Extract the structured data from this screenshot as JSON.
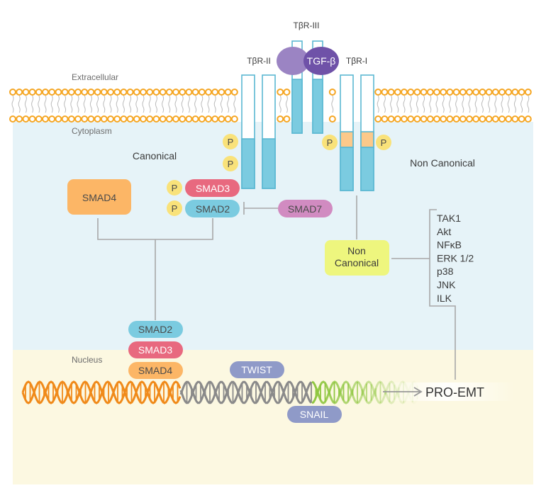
{
  "regions": {
    "extracellular": "Extracellular",
    "cytoplasm": "Cytoplasm",
    "nucleus": "Nucleus"
  },
  "receptors": {
    "tbr3": "TβR-III",
    "tbr2": "TβR-II",
    "tbr1": "TβR-I",
    "ligand": "TGF-β"
  },
  "labels": {
    "canonical": "Canonical",
    "non_canonical": "Non Canonical",
    "phospho": "P"
  },
  "smads": {
    "smad4_large": "SMAD4",
    "smad3": "SMAD3",
    "smad2": "SMAD2",
    "smad7": "SMAD7"
  },
  "non_canonical_box": {
    "line1": "Non",
    "line2": "Canonical"
  },
  "pathways": [
    "TAK1",
    "Akt",
    "NFκB",
    "ERK 1/2",
    "p38",
    "JNK",
    "ILK"
  ],
  "nuclear_complex": [
    "SMAD2",
    "SMAD3",
    "SMAD4"
  ],
  "transcription_factors": {
    "twist": "TWIST",
    "snail": "SNAIL"
  },
  "outcome": "PRO-EMT",
  "colors": {
    "extracellular_bg": "#ffffff",
    "cytoplasm_bg": "#e6f3f8",
    "nucleus_bg": "#fcf8e1",
    "membrane_orange": "#f5a623",
    "receptor_blue": "#7bcbe0",
    "kinase_orange": "#fcc98a",
    "tbr3_purple": "#9b84c3",
    "tgfb_purple": "#6f52a8",
    "smad4_orange": "#fcb666",
    "smad3_pink": "#e8697f",
    "smad2_blue": "#7bcbe0",
    "smad7_pink": "#d18bc1",
    "phospho_yellow": "#f9e27a",
    "non_canonical_green": "#eef67e",
    "tf_blue": "#8f9ac8",
    "dna_orange": "#f08a1a",
    "dna_gray": "#8a8a8a",
    "dna_green": "#8ec63f"
  }
}
